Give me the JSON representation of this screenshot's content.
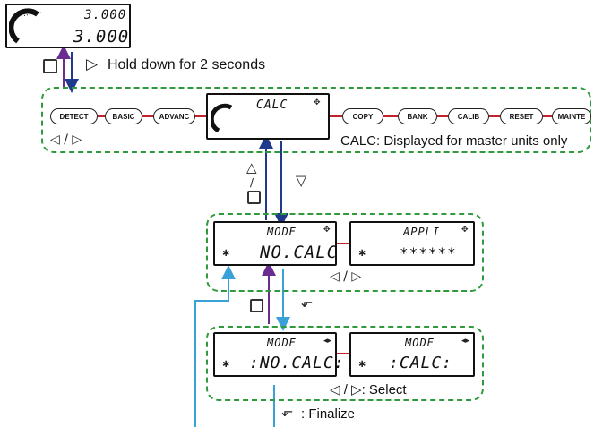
{
  "top_display": {
    "line1": "3.000",
    "line2": "3.000"
  },
  "hold_instruction": {
    "text": "Hold down for 2 seconds"
  },
  "menu": {
    "items_left": [
      "DETECT",
      "BASIC",
      "ADVANC"
    ],
    "current": "CALC",
    "items_right": [
      "COPY",
      "BANK",
      "CALIB",
      "RESET",
      "MAINTE"
    ],
    "note": "CALC: Displayed for master units only",
    "nav_symbol": "◁ / ▷"
  },
  "mode_row": {
    "left_title": "MODE",
    "left_value": "NO.CALC",
    "right_title": "APPLI",
    "right_value": "******",
    "nav_symbol": "◁ / ▷"
  },
  "select_row": {
    "left_title": "MODE",
    "left_value": ":NO.CALC:",
    "right_title": "MODE",
    "right_value": ":CALC:",
    "nav_label": "◁ / ▷: Select"
  },
  "finalize": {
    "text": ": Finalize"
  },
  "colors": {
    "dash_green": "#2e9a3c",
    "connector_red": "#c0232b",
    "arrow_navy": "#1f3a8a",
    "arrow_purple": "#6a2c91",
    "arrow_lightblue": "#3aa0d8"
  }
}
